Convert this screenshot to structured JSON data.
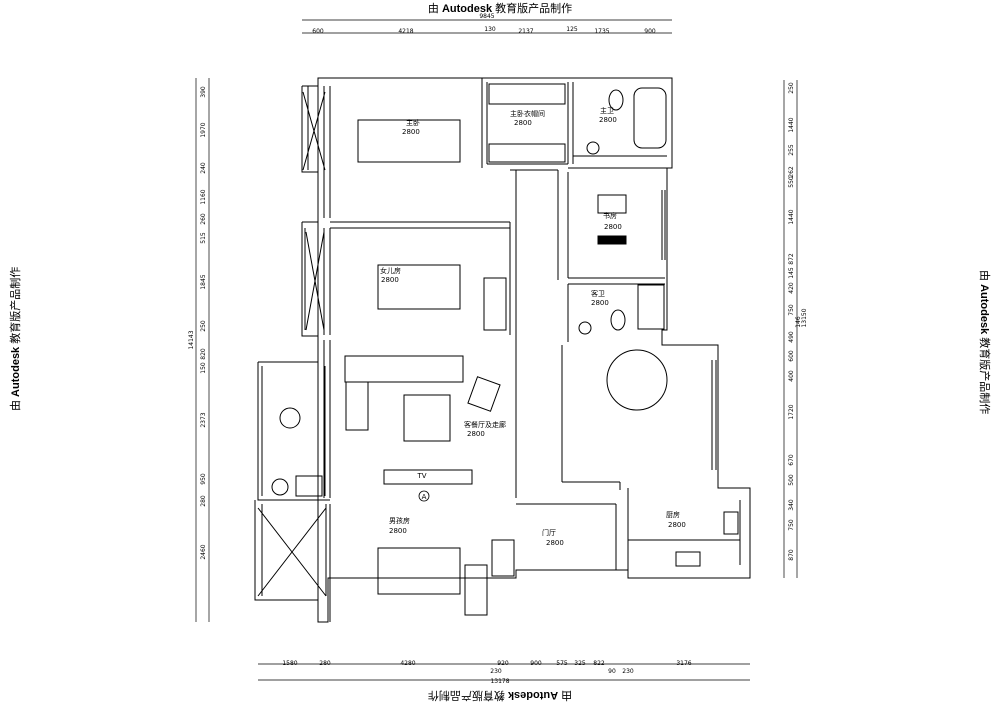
{
  "watermark": {
    "prefix": "由",
    "brand": "Autodesk",
    "suffix": "教育版产品制作"
  },
  "rooms": [
    {
      "id": "master-bedroom",
      "name": "主卧",
      "height": "2800"
    },
    {
      "id": "master-closet",
      "name": "主卧衣帽间",
      "height": "2800"
    },
    {
      "id": "master-bath",
      "name": "主卫",
      "height": "2800"
    },
    {
      "id": "study",
      "name": "书房",
      "height": "2800"
    },
    {
      "id": "daughter-room",
      "name": "女儿房",
      "height": "2800"
    },
    {
      "id": "guest-bath",
      "name": "客卫",
      "height": "2800"
    },
    {
      "id": "living",
      "name": "客餐厅及走廊",
      "height": "2800"
    },
    {
      "id": "son-room",
      "name": "男孩房",
      "height": "2800"
    },
    {
      "id": "foyer",
      "name": "门厅",
      "height": "2800"
    },
    {
      "id": "kitchen",
      "name": "厨房",
      "height": "2800"
    }
  ],
  "labels": {
    "tv": "TV",
    "section_marker": "A"
  },
  "dimensions": {
    "top_total": "9845",
    "top_segments": [
      "600",
      "4218",
      "130",
      "2137",
      "125",
      "1735",
      "900"
    ],
    "bottom_segments": [
      "1580",
      "280",
      "4280",
      "920",
      "900",
      "575",
      "325",
      "822",
      "3176"
    ],
    "bottom_sub": [
      "230",
      "90",
      "230"
    ],
    "bottom_total": "13178",
    "left_segments": [
      "390",
      "1970",
      "240",
      "1160",
      "260",
      "515",
      "1845",
      "250",
      "820",
      "150",
      "2373",
      "950",
      "280",
      "2460"
    ],
    "left_total": "14143",
    "right_segments": [
      "250",
      "1440",
      "255",
      "550",
      "262",
      "1440",
      "872",
      "145",
      "420",
      "750",
      "146",
      "490",
      "600",
      "400",
      "1720",
      "670",
      "500",
      "340",
      "750",
      "870"
    ],
    "right_total": "13150"
  }
}
